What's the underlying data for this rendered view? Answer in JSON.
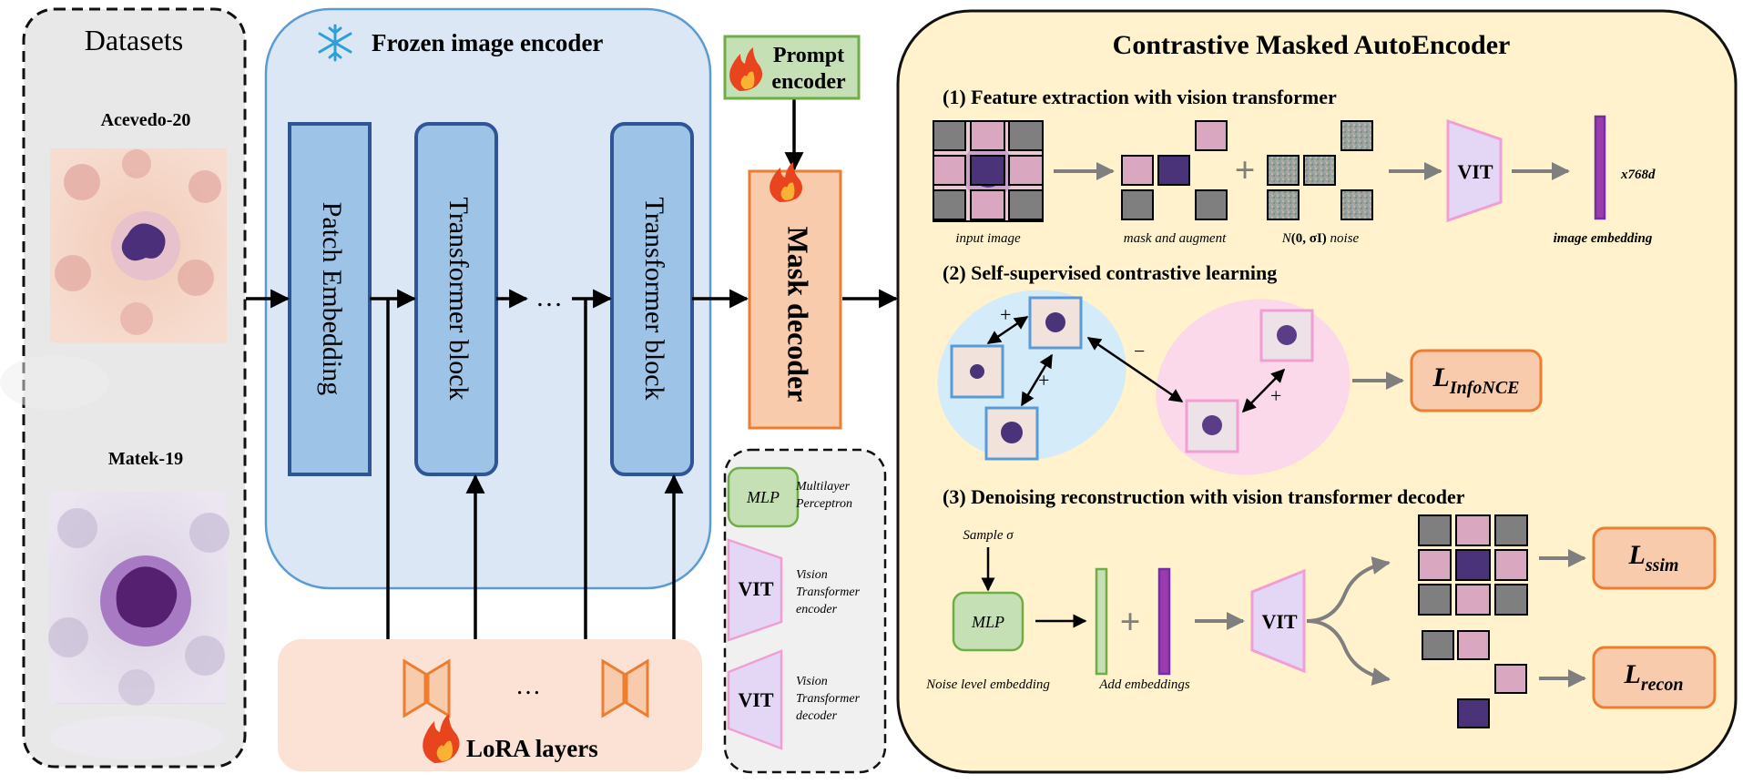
{
  "datasets": {
    "title": "Datasets",
    "items": [
      {
        "label": "Acevedo-20"
      },
      {
        "label": "Matek-19"
      }
    ]
  },
  "encoder": {
    "title": "Frozen image encoder",
    "patch_embedding": "Patch Embedding",
    "transformer_block": "Transformer block",
    "ellipsis": "…",
    "icon": "snowflake-icon"
  },
  "lora": {
    "title": "LoRA layers",
    "ellipsis": "…",
    "icon": "fire-icon"
  },
  "prompt": {
    "line1": "Prompt",
    "line2": "encoder"
  },
  "mask_decoder": {
    "label": "Mask decoder"
  },
  "legend": {
    "mlp_tag": "MLP",
    "mlp_line1": "Multilayer",
    "mlp_line2": "Perceptron",
    "vit_tag": "VIT",
    "vit_enc_line1": "Vision",
    "vit_enc_line2": "Transformer",
    "vit_enc_line3": "encoder",
    "vit_dec_line1": "Vision",
    "vit_dec_line2": "Transformer",
    "vit_dec_line3": "decoder"
  },
  "cmae": {
    "title": "Contrastive Masked AutoEncoder",
    "step1": {
      "title": "(1) Feature extraction with vision transformer",
      "input": "input image",
      "mask": "mask and augment",
      "noise_prefix": "N",
      "noise_args": "(0, σI)",
      "noise_suffix": " noise",
      "plus": "+",
      "vit": "VIT",
      "embed_dim": "x768d",
      "embedding": "image embedding"
    },
    "step2": {
      "title": "(2) Self-supervised contrastive learning",
      "plus": "+",
      "minus": "−",
      "loss_main": "L",
      "loss_sub": "InfoNCE"
    },
    "step3": {
      "title": "(3) Denoising reconstruction with vision transformer decoder",
      "sample": "Sample σ",
      "mlp": "MLP",
      "noise_level": "Noise level embedding",
      "add": "Add embeddings",
      "plus": "+",
      "vit": "VIT",
      "loss1_main": "L",
      "loss1_sub": "ssim",
      "loss2_main": "L",
      "loss2_sub": "recon"
    }
  },
  "colors": {
    "datasets_bg": "#e8e8e8",
    "encoder_bg": "#dce7f5",
    "encoder_border": "#5b9bd5",
    "block_fill": "#9dc3e6",
    "block_border": "#2f5597",
    "lora_bg": "#fbe2d5",
    "orange_fill": "#f8cbad",
    "orange_border": "#ed7d31",
    "green_fill": "#c5e0b4",
    "green_border": "#70ad47",
    "vit_fill": "#e3d7f5",
    "vit_border": "#f19fd3",
    "cmae_bg": "#fff2cc",
    "contrast_blue": "#d4ebfa",
    "contrast_pink": "#fbd9ea"
  }
}
